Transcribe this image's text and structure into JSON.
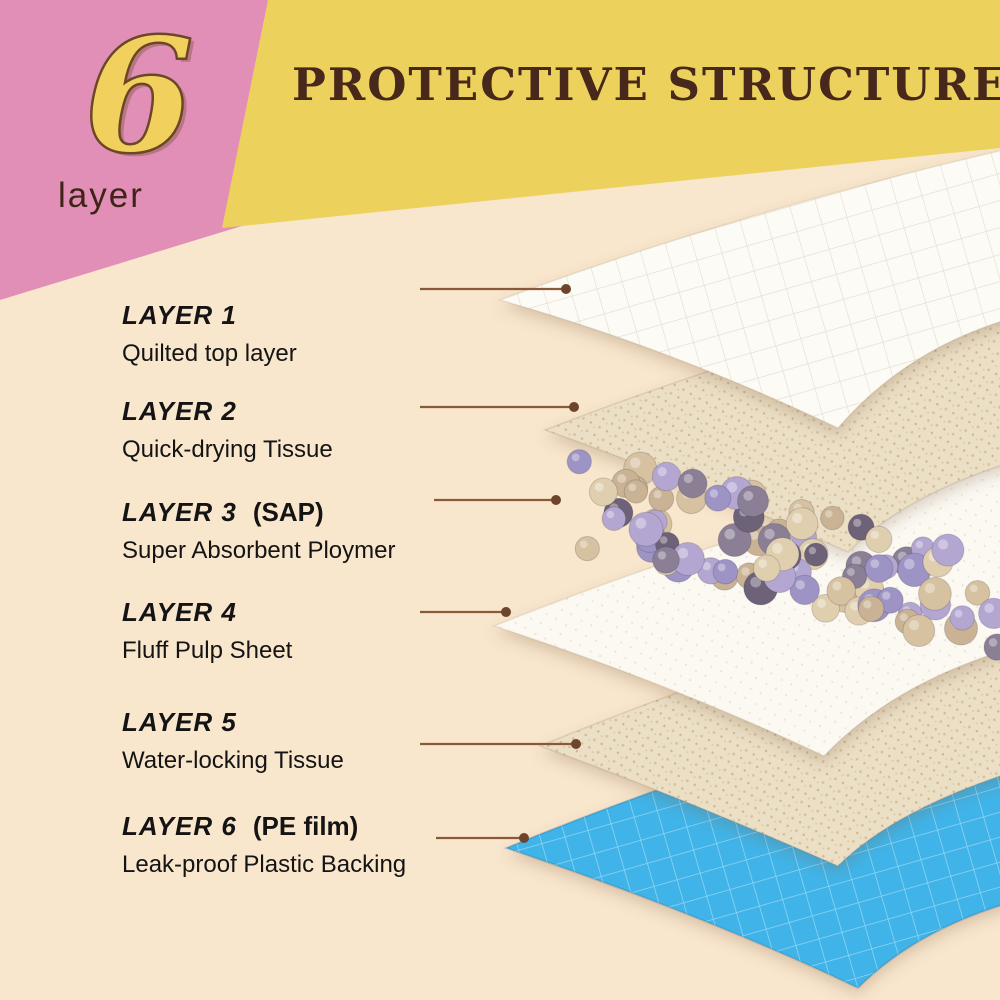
{
  "badge": {
    "number": "6",
    "label": "layer"
  },
  "title": "PROTECTIVE STRUCTURE",
  "layers": [
    {
      "name": "LAYER 1",
      "note": "",
      "desc": "Quilted top layer"
    },
    {
      "name": "LAYER 2",
      "note": "",
      "desc": "Quick-drying Tissue"
    },
    {
      "name": "LAYER 3",
      "note": "(SAP)",
      "desc": "Super Absorbent Ploymer"
    },
    {
      "name": "LAYER 4",
      "note": "",
      "desc": "Fluff Pulp Sheet"
    },
    {
      "name": "LAYER 5",
      "note": "",
      "desc": "Water-locking Tissue"
    },
    {
      "name": "LAYER 6",
      "note": "(PE film)",
      "desc": "Leak-proof Plastic Backing"
    }
  ],
  "colors": {
    "background": "#f8e6cd",
    "banner_yellow": "#ecd25d",
    "banner_pink": "#e28fb8",
    "title_brown": "#47281a",
    "connector_brown": "#8a5a38",
    "dot_brown": "#6d452a",
    "sheet_white": "#fcfbf6",
    "sheet_tissue": "#ebdfc6",
    "sheet_blue": "#41b4e9"
  },
  "beads": {
    "count": 80,
    "seed": 11,
    "palette": [
      "#9d93c4",
      "#6d6278",
      "#d6c1a0",
      "#c9b394",
      "#8a7f95",
      "#b3a7d1",
      "#e0cfae"
    ]
  }
}
